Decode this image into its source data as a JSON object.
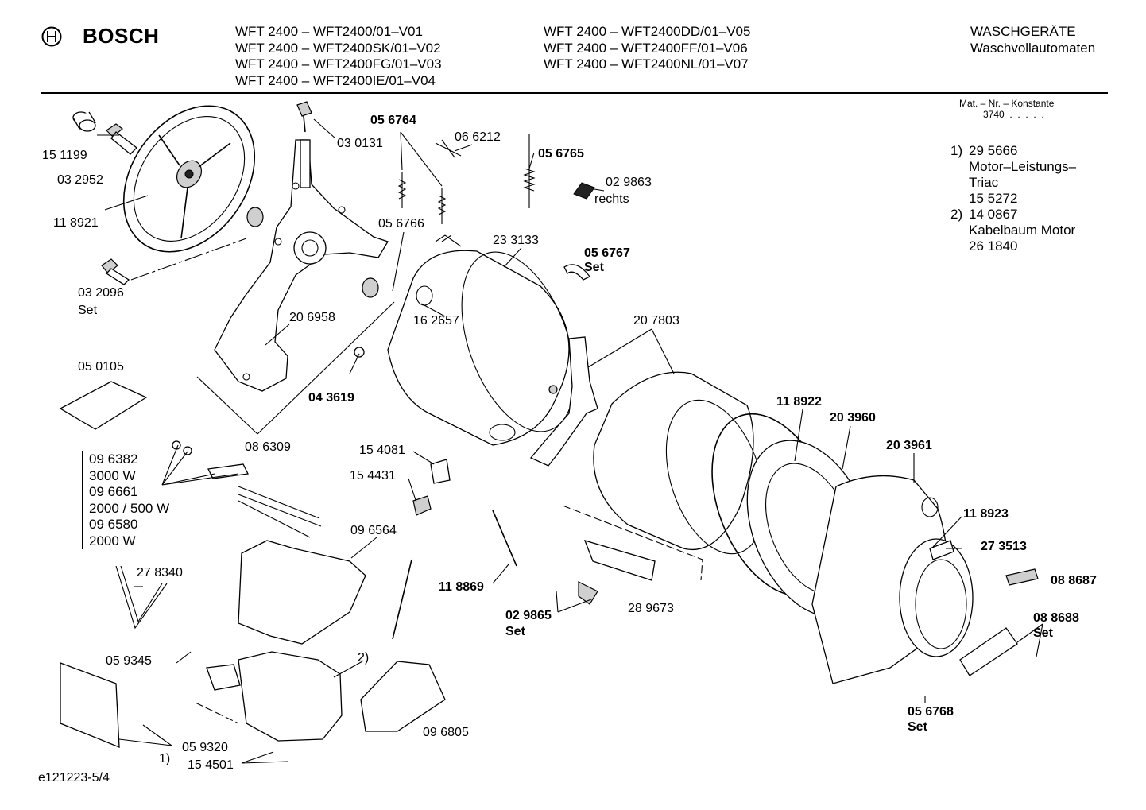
{
  "header": {
    "brand": "BOSCH",
    "models_col1": [
      "WFT 2400 – WFT2400/01–V01",
      "WFT 2400 – WFT2400SK/01–V02",
      "WFT 2400 – WFT2400FG/01–V03",
      "WFT 2400 – WFT2400IE/01–V04"
    ],
    "models_col2": [
      "WFT 2400 – WFT2400DD/01–V05",
      "WFT 2400 – WFT2400FF/01–V06",
      "WFT 2400 – WFT2400NL/01–V07"
    ],
    "category": [
      "WASCHGERÄTE",
      "Waschvollautomaten"
    ]
  },
  "material": {
    "title": "Mat. – Nr. – Konstante",
    "value": "3740  .  .  .  .  ."
  },
  "notes": [
    {
      "num": "1)",
      "lines": [
        "29 5666",
        "Motor–Leistungs–",
        "Triac",
        "15 5272"
      ]
    },
    {
      "num": "2)",
      "lines": [
        "14 0867",
        "Kabelbaum Motor",
        "26 1840"
      ]
    }
  ],
  "heater_list": [
    "09 6382",
    "3000 W",
    "09 6661",
    "2000 / 500 W",
    "09 6580",
    "2000 W"
  ],
  "part_labels": [
    {
      "id": "p151199",
      "text": "15 1199",
      "bold": false
    },
    {
      "id": "p032952",
      "text": "03 2952",
      "bold": false
    },
    {
      "id": "p118921",
      "text": "11 8921",
      "bold": false
    },
    {
      "id": "p032096",
      "text": "03 2096",
      "bold": false
    },
    {
      "id": "p032096s",
      "text": "Set",
      "bold": false
    },
    {
      "id": "p030131",
      "text": "03 0131",
      "bold": false
    },
    {
      "id": "p056764",
      "text": "05 6764",
      "bold": true
    },
    {
      "id": "p066212",
      "text": "06 6212",
      "bold": false
    },
    {
      "id": "p056765",
      "text": "05 6765",
      "bold": true
    },
    {
      "id": "p029863",
      "text": "02 9863",
      "bold": false
    },
    {
      "id": "p029863r",
      "text": "rechts",
      "bold": false
    },
    {
      "id": "p056766",
      "text": "05 6766",
      "bold": false
    },
    {
      "id": "p233133",
      "text": "23 3133",
      "bold": false
    },
    {
      "id": "p056767",
      "text": "05 6767",
      "bold": true
    },
    {
      "id": "p056767s",
      "text": "Set",
      "bold": true
    },
    {
      "id": "p162657",
      "text": "16 2657",
      "bold": false
    },
    {
      "id": "p206958",
      "text": "20 6958",
      "bold": false
    },
    {
      "id": "p207803",
      "text": "20 7803",
      "bold": false
    },
    {
      "id": "p050105",
      "text": "05 0105",
      "bold": false
    },
    {
      "id": "p043619",
      "text": "04 3619",
      "bold": true
    },
    {
      "id": "p118922",
      "text": "11 8922",
      "bold": true
    },
    {
      "id": "p203960",
      "text": "20 3960",
      "bold": true
    },
    {
      "id": "p203961",
      "text": "20 3961",
      "bold": true
    },
    {
      "id": "p086309",
      "text": "08 6309",
      "bold": false
    },
    {
      "id": "p154081",
      "text": "15 4081",
      "bold": false
    },
    {
      "id": "p154431",
      "text": "15 4431",
      "bold": false
    },
    {
      "id": "p118923",
      "text": "11 8923",
      "bold": true
    },
    {
      "id": "p273513",
      "text": "27 3513",
      "bold": true
    },
    {
      "id": "p096564",
      "text": "09 6564",
      "bold": false
    },
    {
      "id": "p278340",
      "text": "27 8340",
      "bold": false
    },
    {
      "id": "p088687",
      "text": "08 8687",
      "bold": true
    },
    {
      "id": "p118869",
      "text": "11 8869",
      "bold": true
    },
    {
      "id": "p029865",
      "text": "02 9865",
      "bold": true
    },
    {
      "id": "p029865s",
      "text": "Set",
      "bold": true
    },
    {
      "id": "p289673",
      "text": "28 9673",
      "bold": false
    },
    {
      "id": "p088688",
      "text": "08 8688",
      "bold": true
    },
    {
      "id": "p088688s",
      "text": "Set",
      "bold": true
    },
    {
      "id": "p059345",
      "text": "05 9345",
      "bold": false
    },
    {
      "id": "pnote2",
      "text": "2)",
      "bold": false
    },
    {
      "id": "p059320",
      "text": "05 9320",
      "bold": false
    },
    {
      "id": "p154501",
      "text": "15 4501",
      "bold": false
    },
    {
      "id": "p096805",
      "text": "09 6805",
      "bold": false
    },
    {
      "id": "pnote1",
      "text": "1)",
      "bold": false
    },
    {
      "id": "p056768",
      "text": "05 6768",
      "bold": true
    },
    {
      "id": "p056768s",
      "text": "Set",
      "bold": true
    }
  ],
  "footer": {
    "code": "e121223-5/4"
  }
}
